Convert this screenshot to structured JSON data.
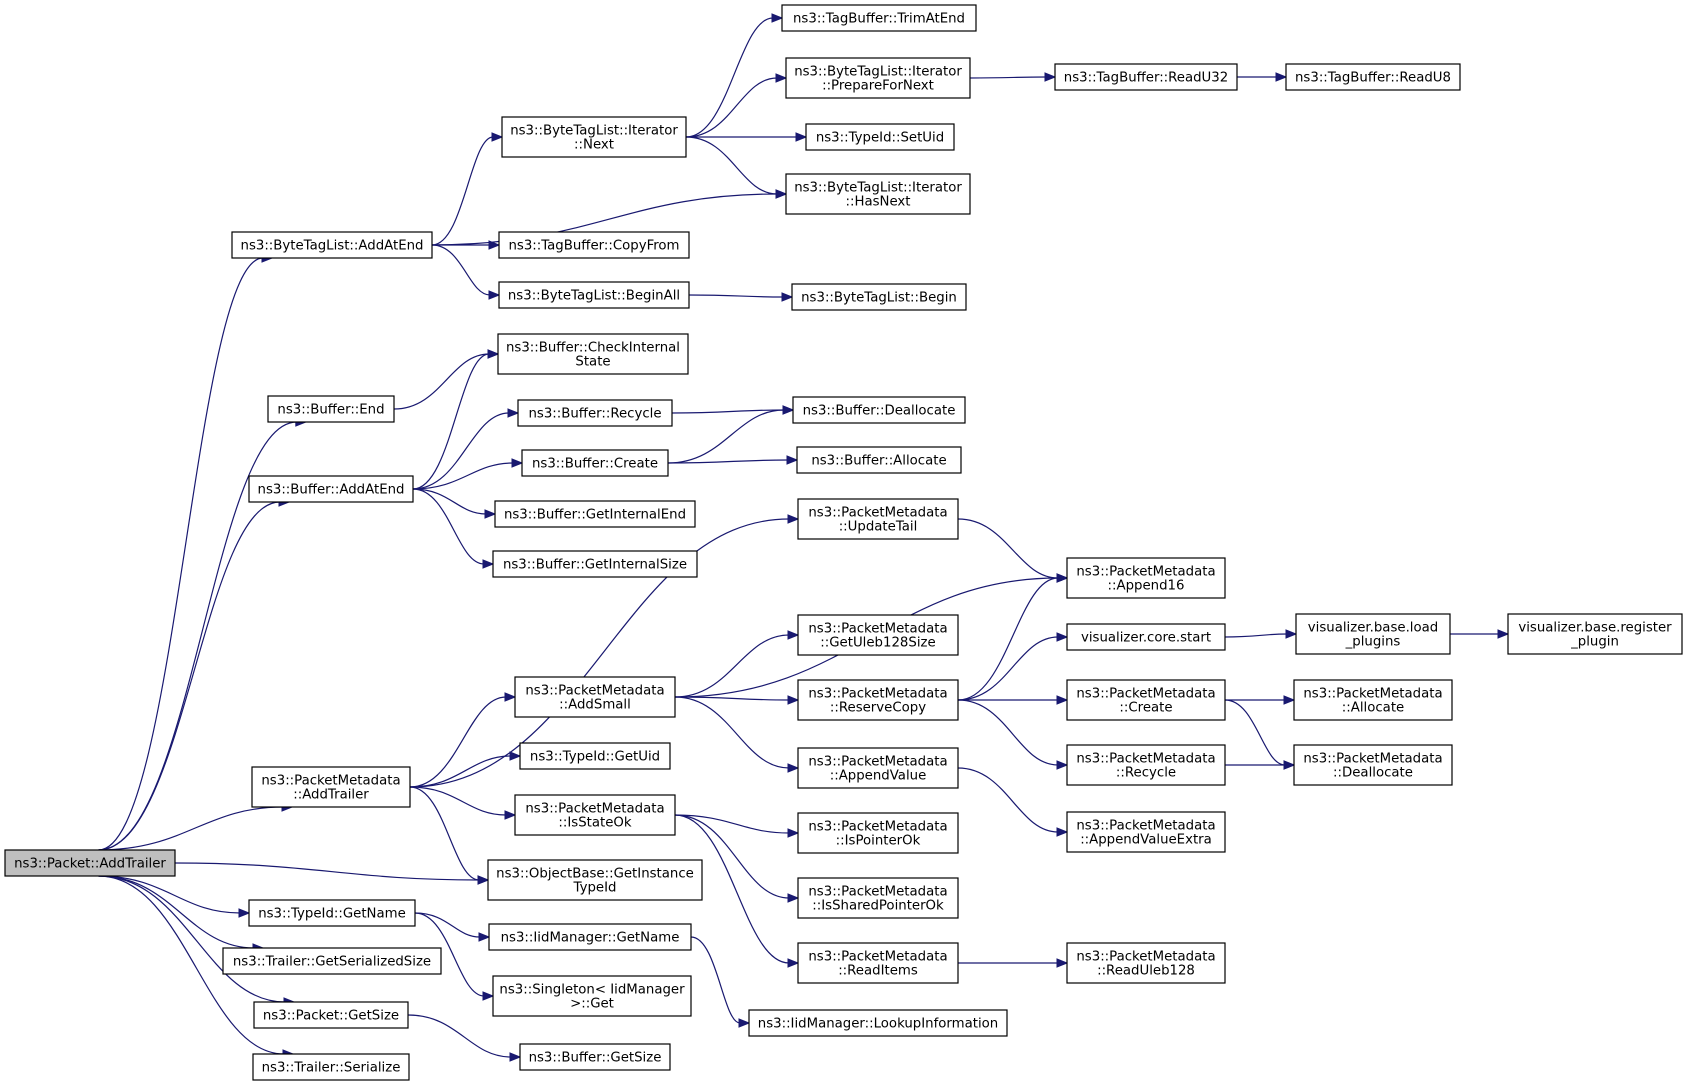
{
  "graph": {
    "colors": {
      "edge": "#191970",
      "node_border": "#000000",
      "node_fill": "#ffffff",
      "root_fill": "#bfbfbf"
    },
    "nodes": [
      {
        "id": "root",
        "lines": [
          "ns3::Packet::AddTrailer"
        ],
        "root": true
      },
      {
        "id": "btl_addatend",
        "lines": [
          "ns3::ByteTagList::AddAtEnd"
        ]
      },
      {
        "id": "buf_end",
        "lines": [
          "ns3::Buffer::End"
        ]
      },
      {
        "id": "buf_addatend",
        "lines": [
          "ns3::Buffer::AddAtEnd"
        ]
      },
      {
        "id": "pm_addtrailer",
        "lines": [
          "ns3::PacketMetadata",
          "::AddTrailer"
        ]
      },
      {
        "id": "typeid_getname",
        "lines": [
          "ns3::TypeId::GetName"
        ]
      },
      {
        "id": "trailer_getser",
        "lines": [
          "ns3::Trailer::GetSerializedSize"
        ]
      },
      {
        "id": "packet_getsize",
        "lines": [
          "ns3::Packet::GetSize"
        ]
      },
      {
        "id": "trailer_serialize",
        "lines": [
          "ns3::Trailer::Serialize"
        ]
      },
      {
        "id": "btl_it_next",
        "lines": [
          "ns3::ByteTagList::Iterator",
          "::Next"
        ]
      },
      {
        "id": "tb_copyfrom",
        "lines": [
          "ns3::TagBuffer::CopyFrom"
        ]
      },
      {
        "id": "btl_beginall",
        "lines": [
          "ns3::ByteTagList::BeginAll"
        ]
      },
      {
        "id": "buf_checkinternal",
        "lines": [
          "ns3::Buffer::CheckInternal",
          "State"
        ]
      },
      {
        "id": "buf_recycle",
        "lines": [
          "ns3::Buffer::Recycle"
        ]
      },
      {
        "id": "buf_create",
        "lines": [
          "ns3::Buffer::Create"
        ]
      },
      {
        "id": "buf_getinternalend",
        "lines": [
          "ns3::Buffer::GetInternalEnd"
        ]
      },
      {
        "id": "buf_getinternalsize",
        "lines": [
          "ns3::Buffer::GetInternalSize"
        ]
      },
      {
        "id": "pm_addsmall",
        "lines": [
          "ns3::PacketMetadata",
          "::AddSmall"
        ]
      },
      {
        "id": "typeid_getuid",
        "lines": [
          "ns3::TypeId::GetUid"
        ]
      },
      {
        "id": "pm_isstateok",
        "lines": [
          "ns3::PacketMetadata",
          "::IsStateOk"
        ]
      },
      {
        "id": "ob_getinstance",
        "lines": [
          "ns3::ObjectBase::GetInstance",
          "TypeId"
        ]
      },
      {
        "id": "iid_getname",
        "lines": [
          "ns3::IidManager::GetName"
        ]
      },
      {
        "id": "singleton_get",
        "lines": [
          "ns3::Singleton< IidManager",
          ">::Get"
        ]
      },
      {
        "id": "buf_getsize",
        "lines": [
          "ns3::Buffer::GetSize"
        ]
      },
      {
        "id": "tb_trimatend",
        "lines": [
          "ns3::TagBuffer::TrimAtEnd"
        ]
      },
      {
        "id": "btl_it_prepare",
        "lines": [
          "ns3::ByteTagList::Iterator",
          "::PrepareForNext"
        ]
      },
      {
        "id": "typeid_setuid",
        "lines": [
          "ns3::TypeId::SetUid"
        ]
      },
      {
        "id": "btl_it_hasnext",
        "lines": [
          "ns3::ByteTagList::Iterator",
          "::HasNext"
        ]
      },
      {
        "id": "btl_begin",
        "lines": [
          "ns3::ByteTagList::Begin"
        ]
      },
      {
        "id": "buf_deallocate",
        "lines": [
          "ns3::Buffer::Deallocate"
        ]
      },
      {
        "id": "buf_allocate",
        "lines": [
          "ns3::Buffer::Allocate"
        ]
      },
      {
        "id": "pm_updatetail",
        "lines": [
          "ns3::PacketMetadata",
          "::UpdateTail"
        ]
      },
      {
        "id": "pm_getuleb",
        "lines": [
          "ns3::PacketMetadata",
          "::GetUleb128Size"
        ]
      },
      {
        "id": "pm_reservecopy",
        "lines": [
          "ns3::PacketMetadata",
          "::ReserveCopy"
        ]
      },
      {
        "id": "pm_appendvalue",
        "lines": [
          "ns3::PacketMetadata",
          "::AppendValue"
        ]
      },
      {
        "id": "pm_ispointerok",
        "lines": [
          "ns3::PacketMetadata",
          "::IsPointerOk"
        ]
      },
      {
        "id": "pm_issharedptrok",
        "lines": [
          "ns3::PacketMetadata",
          "::IsSharedPointerOk"
        ]
      },
      {
        "id": "pm_readitems",
        "lines": [
          "ns3::PacketMetadata",
          "::ReadItems"
        ]
      },
      {
        "id": "iid_lookup",
        "lines": [
          "ns3::IidManager::LookupInformation"
        ]
      },
      {
        "id": "tb_readu32",
        "lines": [
          "ns3::TagBuffer::ReadU32"
        ]
      },
      {
        "id": "pm_append16",
        "lines": [
          "ns3::PacketMetadata",
          "::Append16"
        ]
      },
      {
        "id": "viz_core_start",
        "lines": [
          "visualizer.core.start"
        ]
      },
      {
        "id": "pm_create",
        "lines": [
          "ns3::PacketMetadata",
          "::Create"
        ]
      },
      {
        "id": "pm_recycle",
        "lines": [
          "ns3::PacketMetadata",
          "::Recycle"
        ]
      },
      {
        "id": "pm_appendvalueextra",
        "lines": [
          "ns3::PacketMetadata",
          "::AppendValueExtra"
        ]
      },
      {
        "id": "pm_readuleb128",
        "lines": [
          "ns3::PacketMetadata",
          "::ReadUleb128"
        ]
      },
      {
        "id": "tb_readu8",
        "lines": [
          "ns3::TagBuffer::ReadU8"
        ]
      },
      {
        "id": "viz_base_load",
        "lines": [
          "visualizer.base.load",
          "_plugins"
        ]
      },
      {
        "id": "pm_allocate",
        "lines": [
          "ns3::PacketMetadata",
          "::Allocate"
        ]
      },
      {
        "id": "pm_deallocate",
        "lines": [
          "ns3::PacketMetadata",
          "::Deallocate"
        ]
      },
      {
        "id": "viz_base_register",
        "lines": [
          "visualizer.base.register",
          "_plugin"
        ]
      }
    ],
    "edges": [
      [
        "root",
        "btl_addatend"
      ],
      [
        "root",
        "buf_end"
      ],
      [
        "root",
        "buf_addatend"
      ],
      [
        "root",
        "pm_addtrailer"
      ],
      [
        "root",
        "ob_getinstance"
      ],
      [
        "root",
        "typeid_getname"
      ],
      [
        "root",
        "trailer_getser"
      ],
      [
        "root",
        "packet_getsize"
      ],
      [
        "root",
        "trailer_serialize"
      ],
      [
        "btl_addatend",
        "btl_it_next"
      ],
      [
        "btl_addatend",
        "btl_it_hasnext"
      ],
      [
        "btl_addatend",
        "tb_copyfrom"
      ],
      [
        "btl_addatend",
        "btl_beginall"
      ],
      [
        "btl_it_next",
        "tb_trimatend"
      ],
      [
        "btl_it_next",
        "btl_it_prepare"
      ],
      [
        "btl_it_next",
        "typeid_setuid"
      ],
      [
        "btl_it_next",
        "btl_it_hasnext"
      ],
      [
        "btl_it_prepare",
        "tb_readu32"
      ],
      [
        "tb_readu32",
        "tb_readu8"
      ],
      [
        "btl_beginall",
        "btl_begin"
      ],
      [
        "buf_end",
        "buf_checkinternal"
      ],
      [
        "buf_addatend",
        "buf_checkinternal"
      ],
      [
        "buf_addatend",
        "buf_recycle"
      ],
      [
        "buf_addatend",
        "buf_create"
      ],
      [
        "buf_addatend",
        "buf_getinternalend"
      ],
      [
        "buf_addatend",
        "buf_getinternalsize"
      ],
      [
        "buf_recycle",
        "buf_deallocate"
      ],
      [
        "buf_create",
        "buf_deallocate"
      ],
      [
        "buf_create",
        "buf_allocate"
      ],
      [
        "pm_addtrailer",
        "pm_updatetail"
      ],
      [
        "pm_addtrailer",
        "pm_addsmall"
      ],
      [
        "pm_addtrailer",
        "typeid_getuid"
      ],
      [
        "pm_addtrailer",
        "pm_isstateok"
      ],
      [
        "pm_addtrailer",
        "ob_getinstance"
      ],
      [
        "pm_updatetail",
        "pm_append16"
      ],
      [
        "pm_addsmall",
        "pm_append16"
      ],
      [
        "pm_addsmall",
        "pm_getuleb"
      ],
      [
        "pm_addsmall",
        "pm_reservecopy"
      ],
      [
        "pm_addsmall",
        "pm_appendvalue"
      ],
      [
        "pm_reservecopy",
        "pm_append16"
      ],
      [
        "pm_reservecopy",
        "viz_core_start"
      ],
      [
        "pm_reservecopy",
        "pm_create"
      ],
      [
        "pm_reservecopy",
        "pm_recycle"
      ],
      [
        "viz_core_start",
        "viz_base_load"
      ],
      [
        "viz_base_load",
        "viz_base_register"
      ],
      [
        "pm_create",
        "pm_allocate"
      ],
      [
        "pm_create",
        "pm_deallocate"
      ],
      [
        "pm_recycle",
        "pm_deallocate"
      ],
      [
        "pm_appendvalue",
        "pm_appendvalueextra"
      ],
      [
        "pm_isstateok",
        "pm_ispointerok"
      ],
      [
        "pm_isstateok",
        "pm_issharedptrok"
      ],
      [
        "pm_isstateok",
        "pm_readitems"
      ],
      [
        "pm_readitems",
        "pm_readuleb128"
      ],
      [
        "typeid_getname",
        "iid_getname"
      ],
      [
        "typeid_getname",
        "singleton_get"
      ],
      [
        "iid_getname",
        "iid_lookup"
      ],
      [
        "packet_getsize",
        "buf_getsize"
      ]
    ]
  }
}
